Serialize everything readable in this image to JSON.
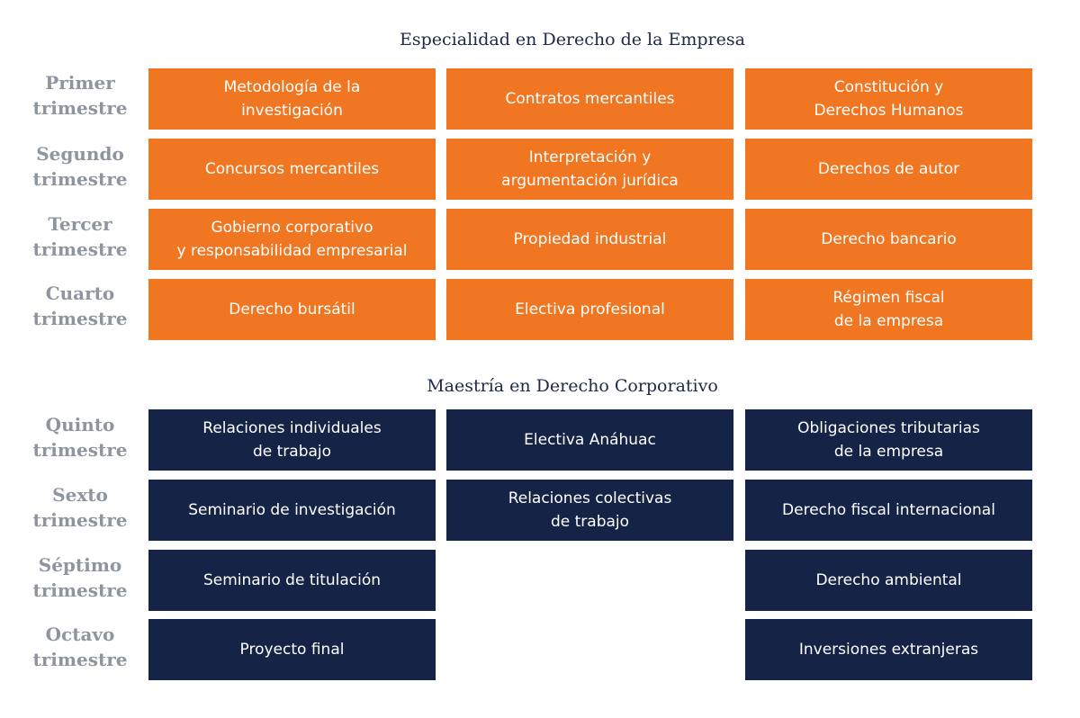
{
  "colors": {
    "orange": "#f07622",
    "navy": "#152347",
    "label": "#8f959e",
    "title": "#1c2a48"
  },
  "sections": [
    {
      "title": "Especialidad en Derecho de la Empresa",
      "color": "orange",
      "rows": [
        {
          "label": [
            "Primer",
            "trimestre"
          ],
          "cells": [
            [
              "Metodología de la",
              "investigación"
            ],
            [
              "Contratos mercantiles"
            ],
            [
              "Constitución y",
              "Derechos Humanos"
            ]
          ]
        },
        {
          "label": [
            "Segundo",
            "trimestre"
          ],
          "cells": [
            [
              "Concursos mercantiles"
            ],
            [
              "Interpretación y",
              "argumentación jurídica"
            ],
            [
              "Derechos de autor"
            ]
          ]
        },
        {
          "label": [
            "Tercer",
            "trimestre"
          ],
          "cells": [
            [
              "Gobierno corporativo",
              "y responsabilidad empresarial"
            ],
            [
              "Propiedad industrial"
            ],
            [
              "Derecho bancario"
            ]
          ]
        },
        {
          "label": [
            "Cuarto",
            "trimestre"
          ],
          "cells": [
            [
              "Derecho bursátil"
            ],
            [
              "Electiva profesional"
            ],
            [
              "Régimen fiscal",
              "de la empresa"
            ]
          ]
        }
      ]
    },
    {
      "title": "Maestría en Derecho Corporativo",
      "color": "navy",
      "rows": [
        {
          "label": [
            "Quinto",
            "trimestre"
          ],
          "cells": [
            [
              "Relaciones individuales",
              "de trabajo"
            ],
            [
              "Electiva Anáhuac"
            ],
            [
              "Obligaciones tributarias",
              "de la empresa"
            ]
          ]
        },
        {
          "label": [
            "Sexto",
            "trimestre"
          ],
          "cells": [
            [
              "Seminario de investigación"
            ],
            [
              "Relaciones colectivas",
              "de trabajo"
            ],
            [
              "Derecho fiscal internacional"
            ]
          ]
        },
        {
          "label": [
            "Séptimo",
            "trimestre"
          ],
          "cells": [
            [
              "Seminario de titulación"
            ],
            null,
            [
              "Derecho ambiental"
            ]
          ]
        },
        {
          "label": [
            "Octavo",
            "trimestre"
          ],
          "cells": [
            [
              "Proyecto final"
            ],
            null,
            [
              "Inversiones extranjeras"
            ]
          ]
        }
      ]
    }
  ]
}
